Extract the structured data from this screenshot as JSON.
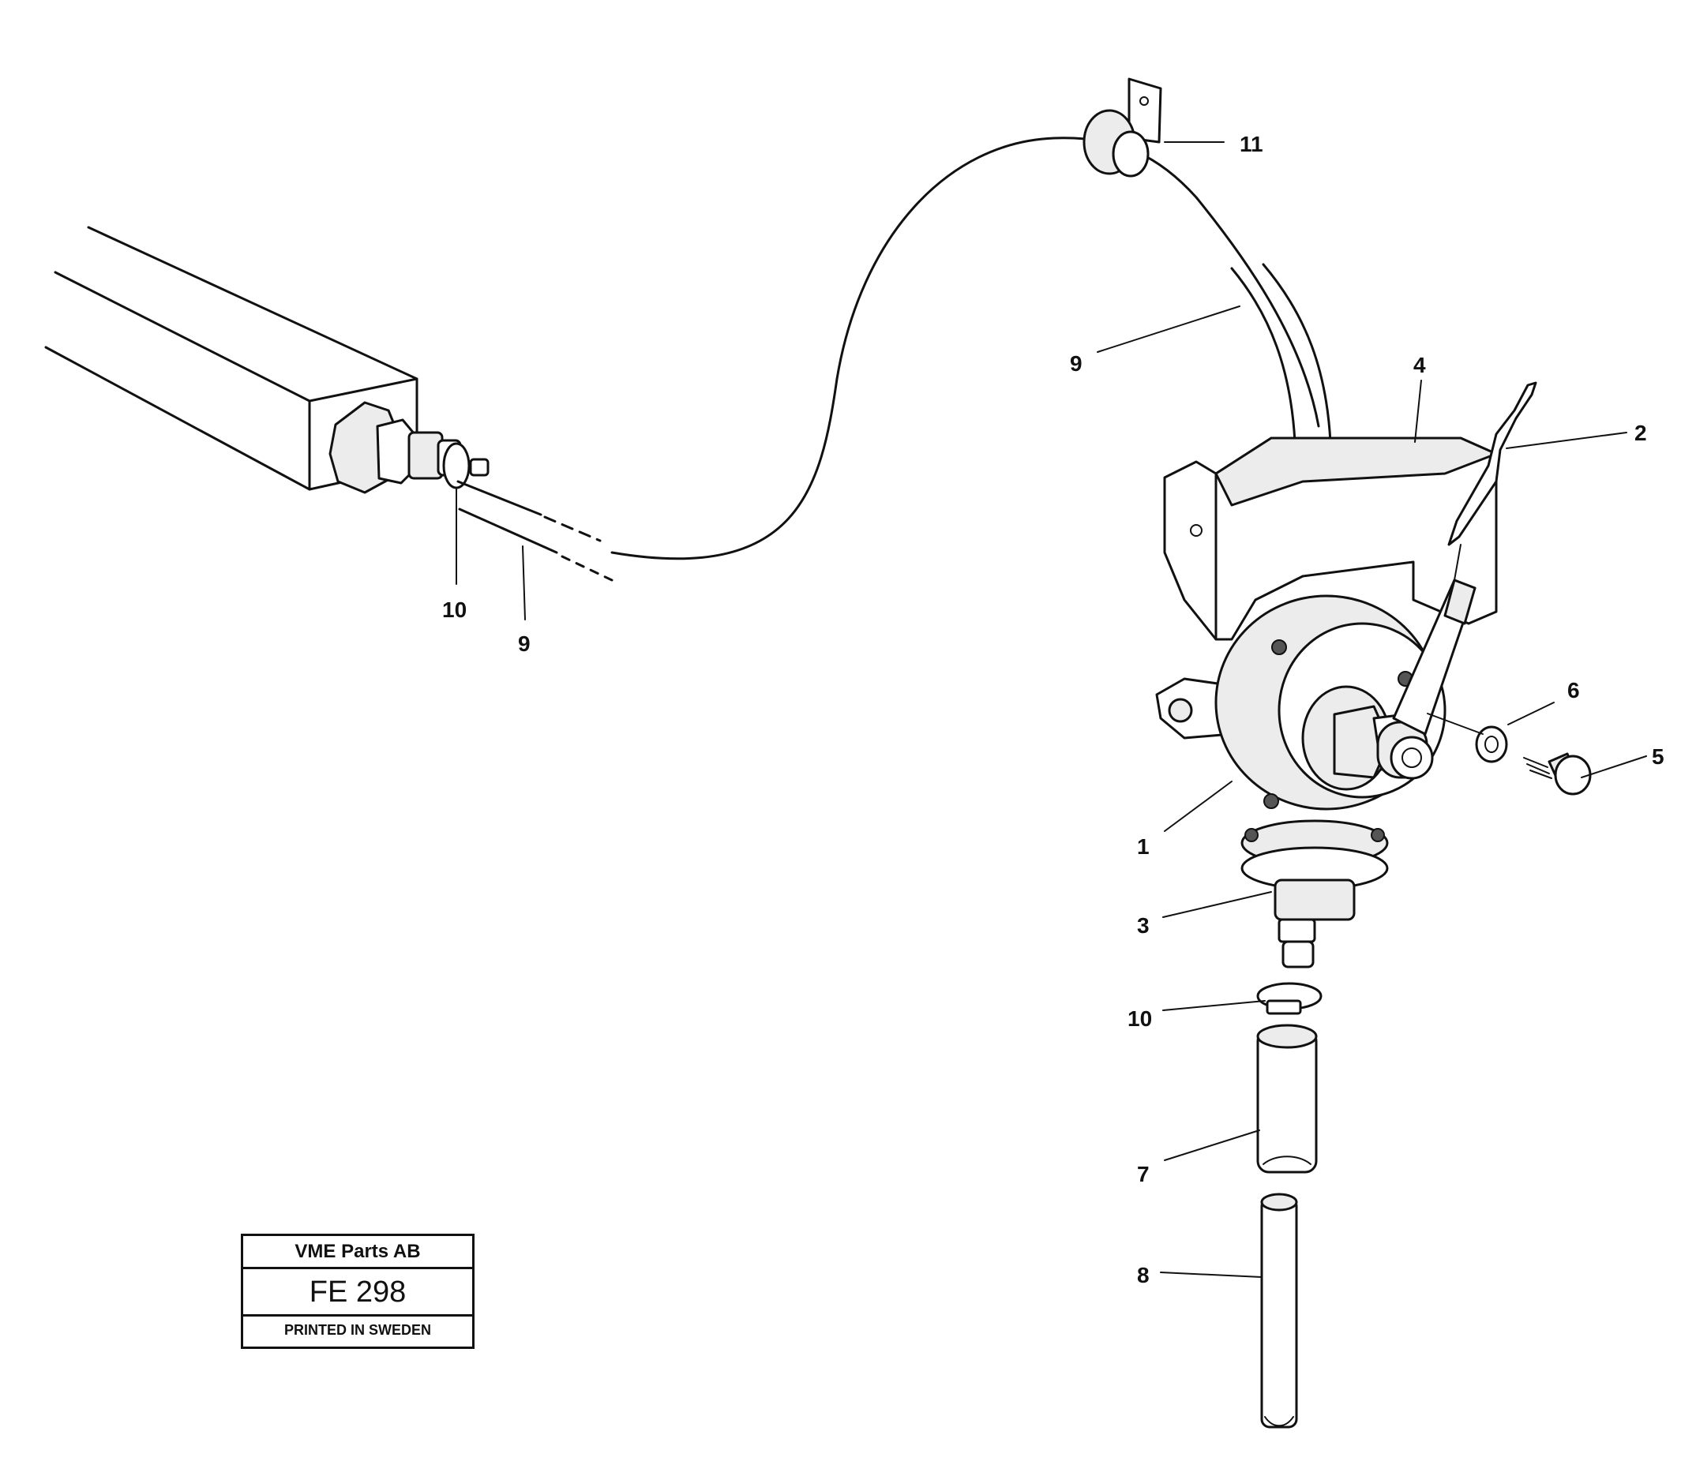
{
  "callouts": {
    "c1": "1",
    "c2": "2",
    "c3": "3",
    "c4": "4",
    "c5": "5",
    "c6": "6",
    "c7": "7",
    "c8": "8",
    "c9a": "9",
    "c9b": "9",
    "c10a": "10",
    "c10b": "10",
    "c11": "11"
  },
  "title_block": {
    "company": "VME Parts AB",
    "drawing_number": "FE 298",
    "printed": "PRINTED IN SWEDEN"
  }
}
